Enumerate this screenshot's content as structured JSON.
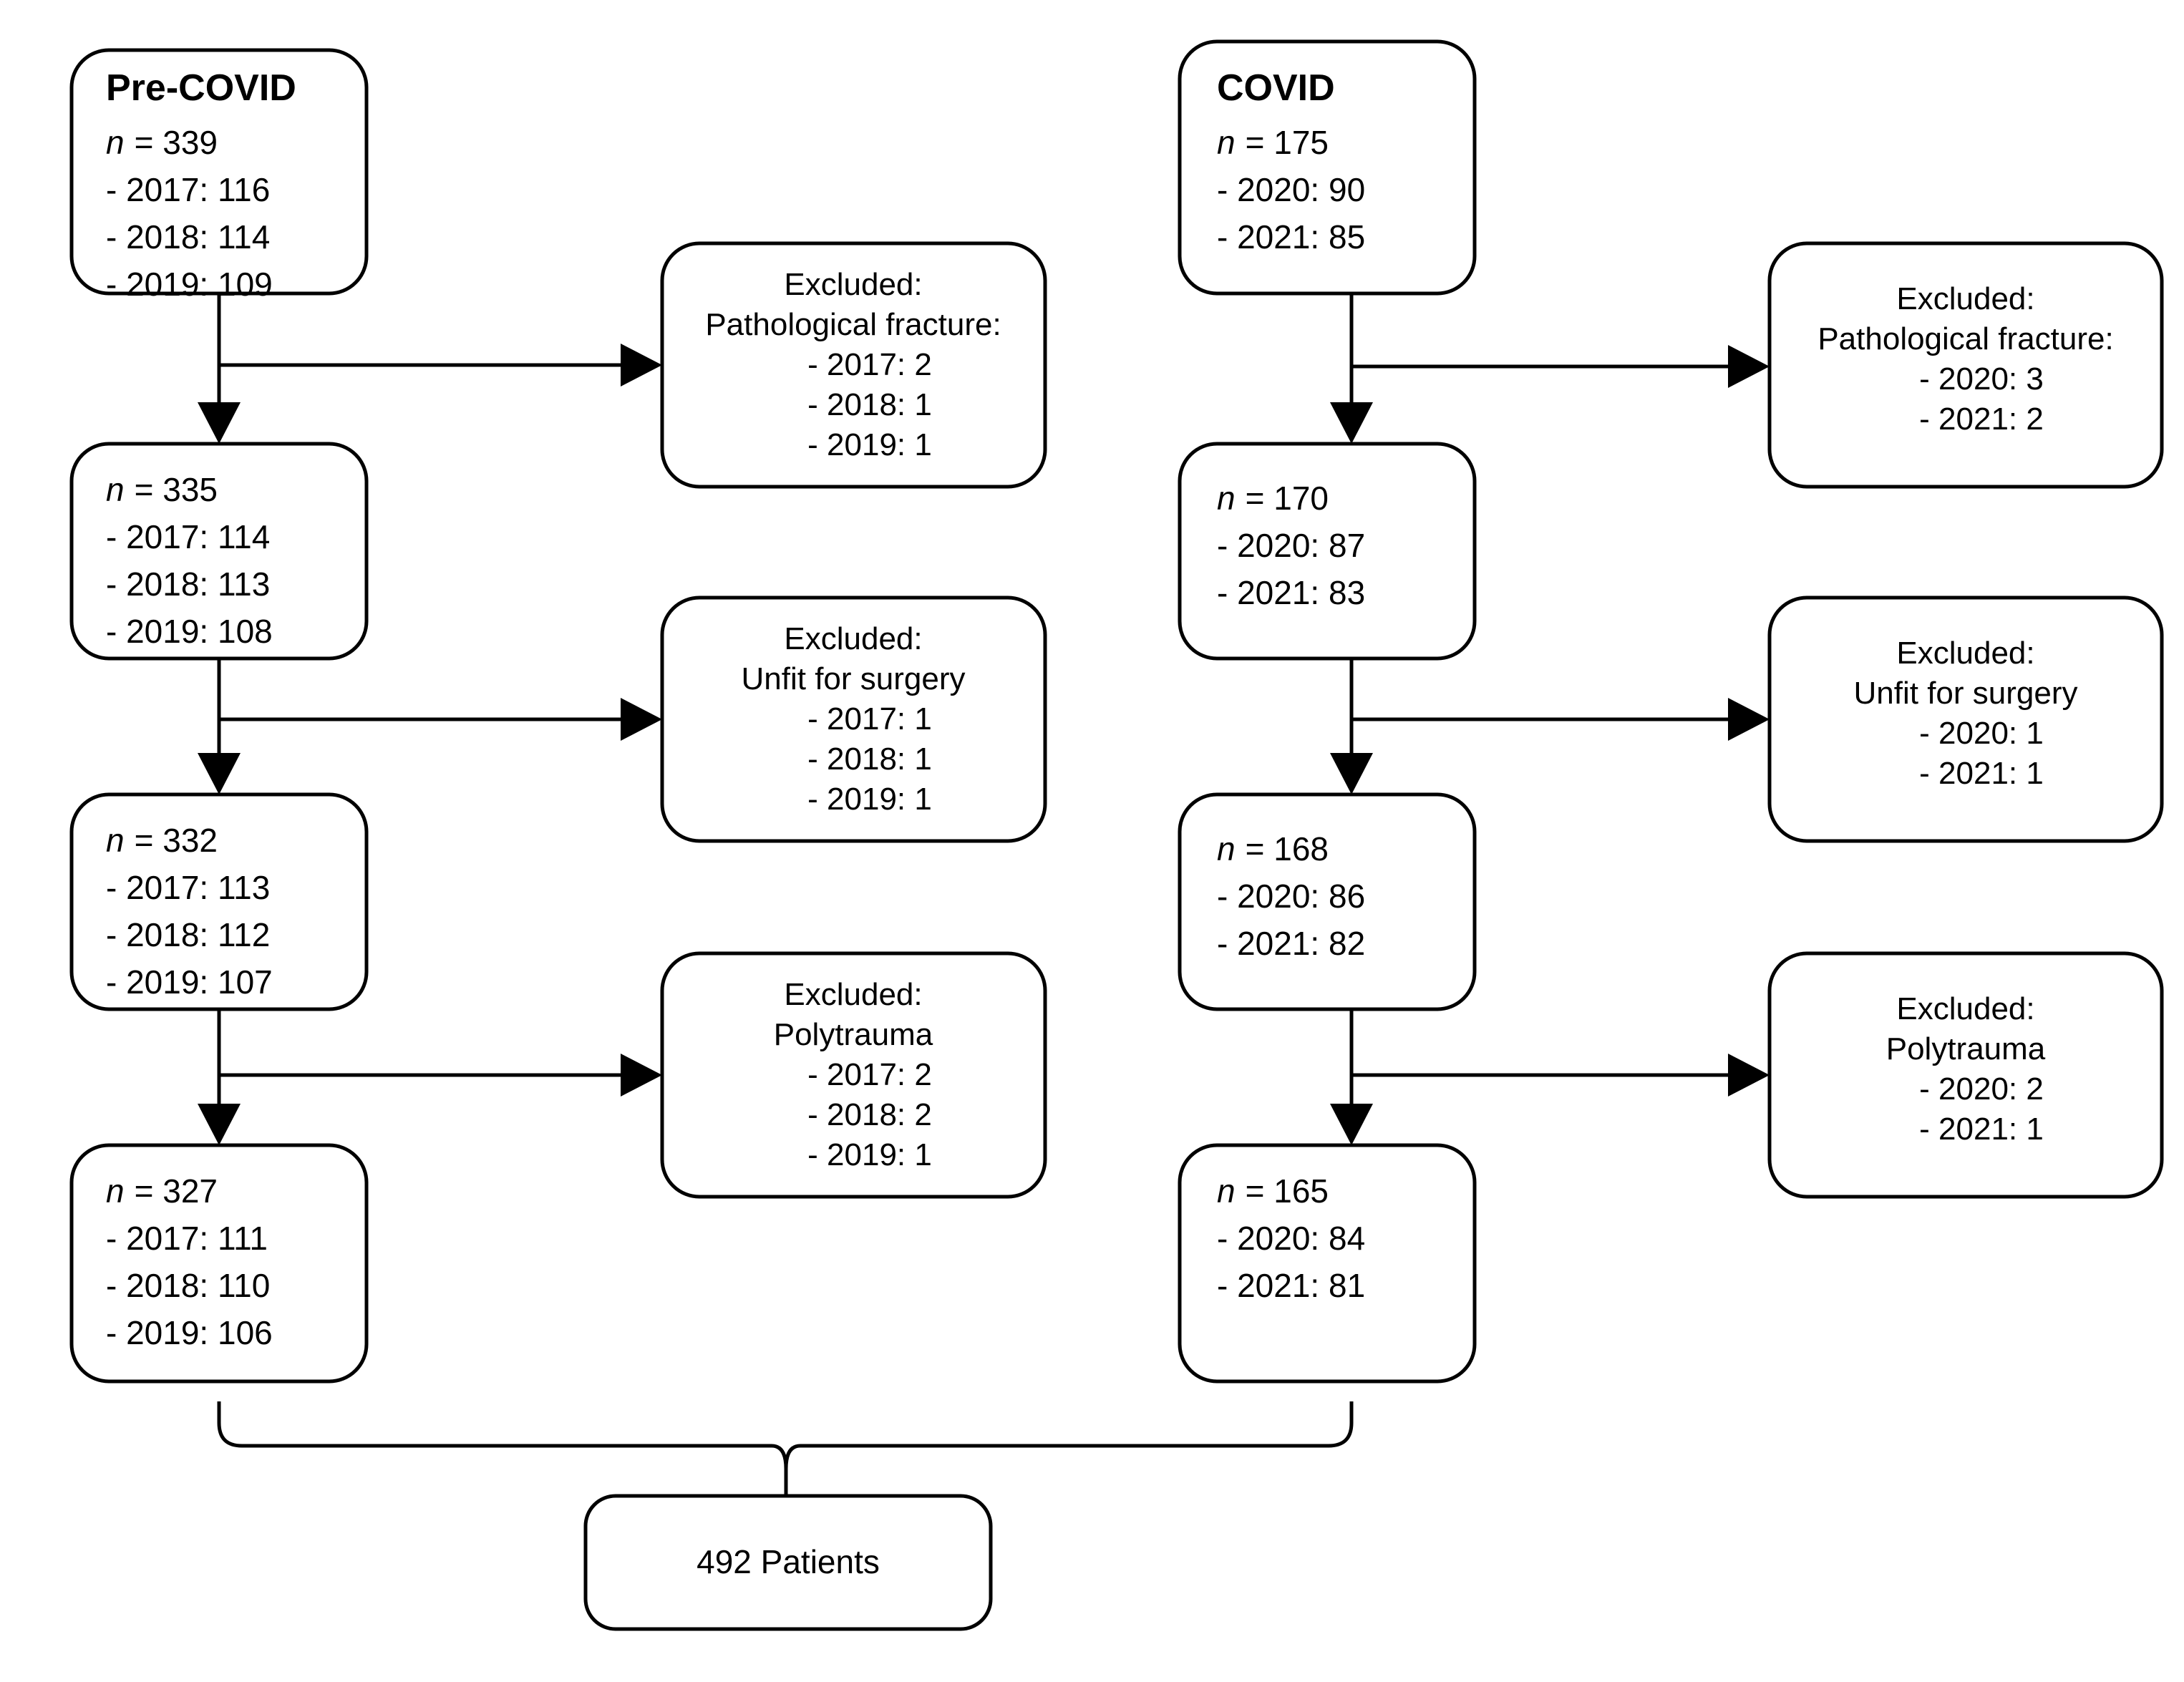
{
  "diagram": {
    "title": "Patient selection flow diagram",
    "type": "flowchart",
    "background_color": "#ffffff",
    "line_color": "#000000"
  },
  "cohorts": {
    "pre_covid": {
      "title": "Pre-COVID",
      "stages": [
        {
          "n_label": "n",
          "n_equals": "= 339",
          "years": [
            "- 2017: 116",
            "- 2018: 114",
            "- 2019: 109"
          ]
        },
        {
          "n_label": "n",
          "n_equals": "= 335",
          "years": [
            "- 2017: 114",
            "- 2018: 113",
            "- 2019: 108"
          ]
        },
        {
          "n_label": "n",
          "n_equals": "= 332",
          "years": [
            "- 2017: 113",
            "- 2018: 112",
            "- 2019: 107"
          ]
        },
        {
          "n_label": "n",
          "n_equals": "= 327",
          "years": [
            "- 2017: 111",
            "- 2018: 110",
            "- 2019: 106"
          ]
        }
      ],
      "exclusions": [
        {
          "heading": "Excluded:",
          "reason": "Pathological fracture:",
          "years": [
            "- 2017: 2",
            "- 2018: 1",
            "- 2019: 1"
          ]
        },
        {
          "heading": "Excluded:",
          "reason": "Unfit for surgery",
          "years": [
            "- 2017: 1",
            "- 2018: 1",
            "- 2019: 1"
          ]
        },
        {
          "heading": "Excluded:",
          "reason": "Polytrauma",
          "years": [
            "- 2017: 2",
            "- 2018: 2",
            "- 2019: 1"
          ]
        }
      ]
    },
    "covid": {
      "title": "COVID",
      "stages": [
        {
          "n_label": "n",
          "n_equals": "= 175",
          "years": [
            "- 2020: 90",
            "- 2021: 85"
          ]
        },
        {
          "n_label": "n",
          "n_equals": "= 170",
          "years": [
            "- 2020: 87",
            "- 2021: 83"
          ]
        },
        {
          "n_label": "n",
          "n_equals": "= 168",
          "years": [
            "- 2020: 86",
            "- 2021: 82"
          ]
        },
        {
          "n_label": "n",
          "n_equals": "= 165",
          "years": [
            "- 2020: 84",
            "- 2021: 81"
          ]
        }
      ],
      "exclusions": [
        {
          "heading": "Excluded:",
          "reason": "Pathological fracture:",
          "years": [
            "- 2020: 3",
            "- 2021: 2"
          ]
        },
        {
          "heading": "Excluded:",
          "reason": "Unfit for surgery",
          "years": [
            "- 2020: 1",
            "- 2021: 1"
          ]
        },
        {
          "heading": "Excluded:",
          "reason": "Polytrauma",
          "years": [
            "- 2020: 2",
            "- 2021: 1"
          ]
        }
      ]
    }
  },
  "final": {
    "label": "492 Patients"
  }
}
